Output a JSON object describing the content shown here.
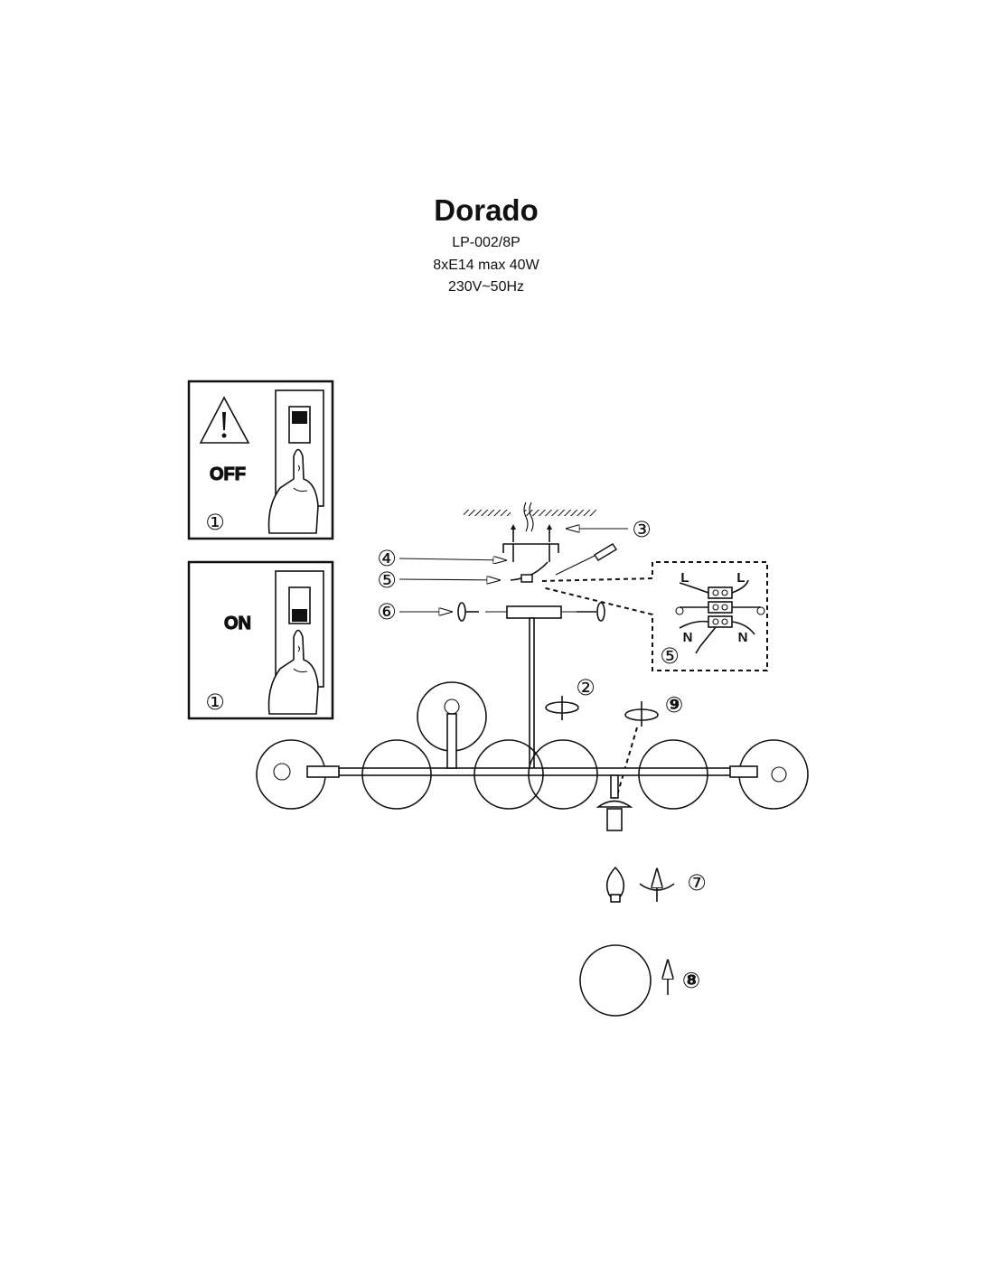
{
  "header": {
    "title": "Dorado",
    "model": "LP-002/8P",
    "spec": "8xE14  max 40W",
    "voltage": "230V~50Hz"
  },
  "panels": {
    "off_label": "OFF",
    "on_label": "ON",
    "step_off": "①",
    "step_on": "①"
  },
  "steps": {
    "s2": "②",
    "s3": "③",
    "s4": "④",
    "s5": "⑤",
    "s5_inset": "⑤",
    "s6": "⑥",
    "s7": "⑦",
    "s8": "⑧",
    "s9": "⑨"
  },
  "wiring": {
    "live_left": "L",
    "live_right": "L",
    "neutral_left": "N",
    "neutral_right": "N"
  }
}
